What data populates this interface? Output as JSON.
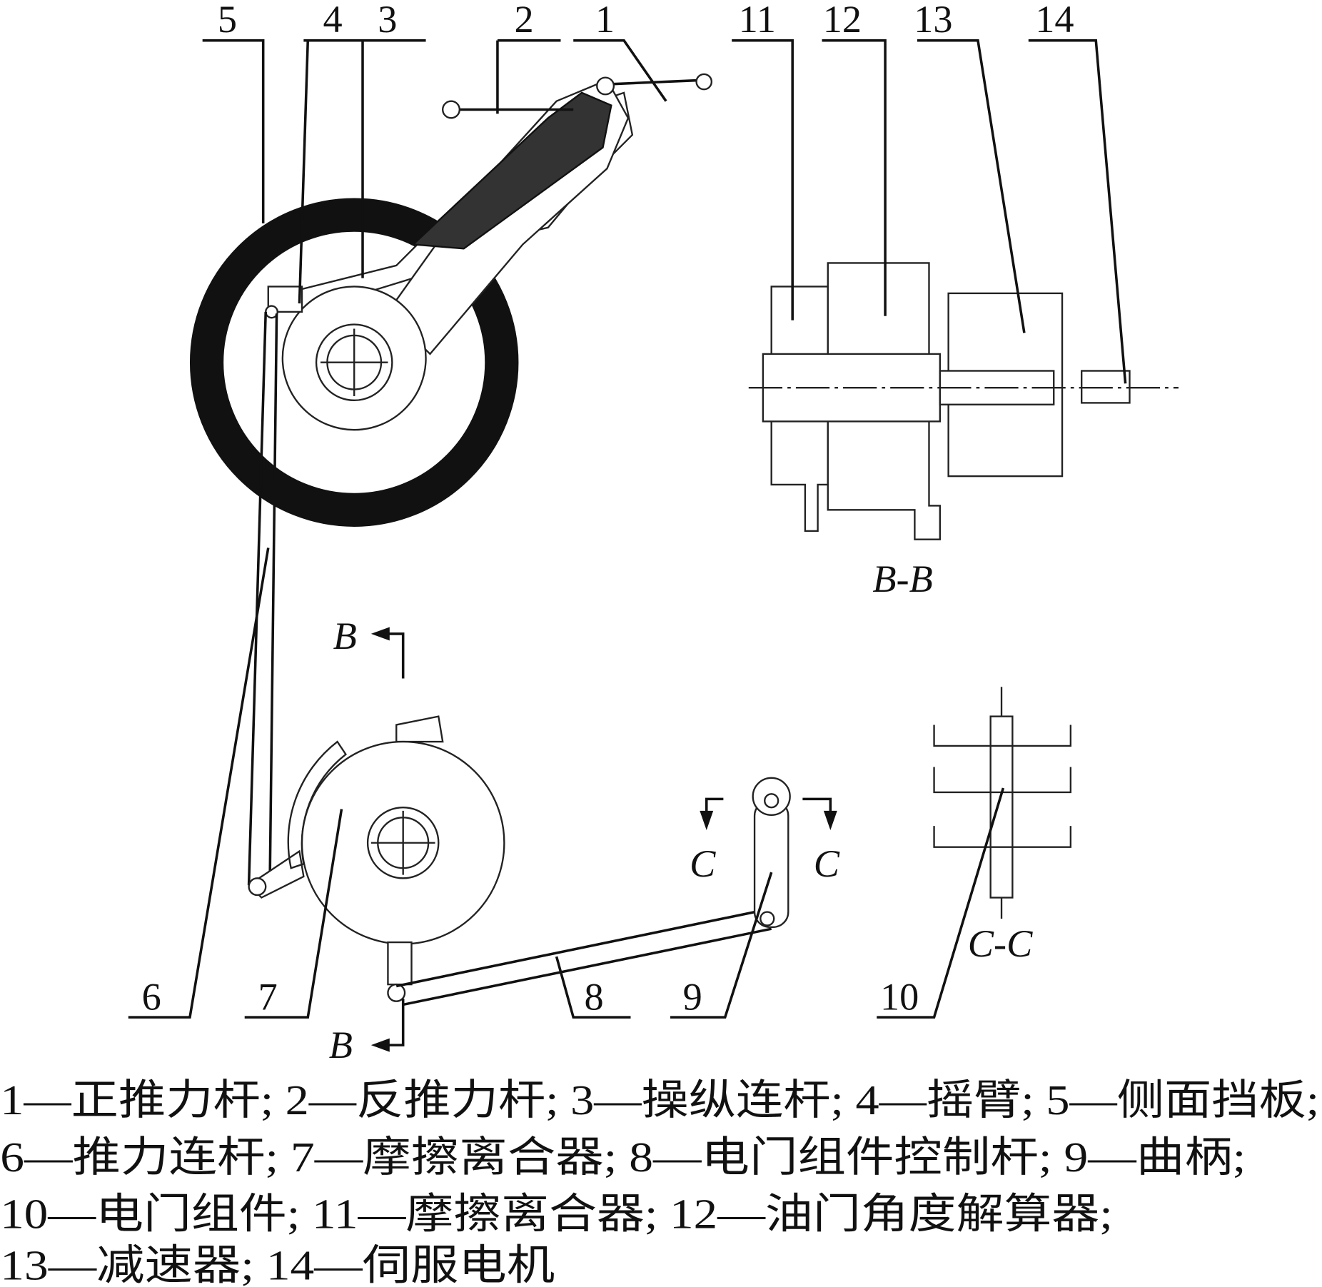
{
  "callouts": {
    "n1": "1",
    "n2": "2",
    "n3": "3",
    "n4": "4",
    "n5": "5",
    "n6": "6",
    "n7": "7",
    "n8": "8",
    "n9": "9",
    "n10": "10",
    "n11": "11",
    "n12": "12",
    "n13": "13",
    "n14": "14"
  },
  "section_labels": {
    "b_top": "B",
    "b_bottom": "B",
    "bb": "B-B",
    "c_left": "C",
    "c_right": "C",
    "cc": "C-C"
  },
  "caption": [
    "1—正推力杆; 2—反推力杆; 3—操纵连杆; 4—摇臂; 5—侧面挡板;",
    "6—推力连杆; 7—摩擦离合器; 8—电门组件控制杆; 9—曲柄;",
    "10—电门组件; 11—摩擦离合器; 12—油门角度解算器;",
    "13—减速器; 14—伺服电机"
  ]
}
